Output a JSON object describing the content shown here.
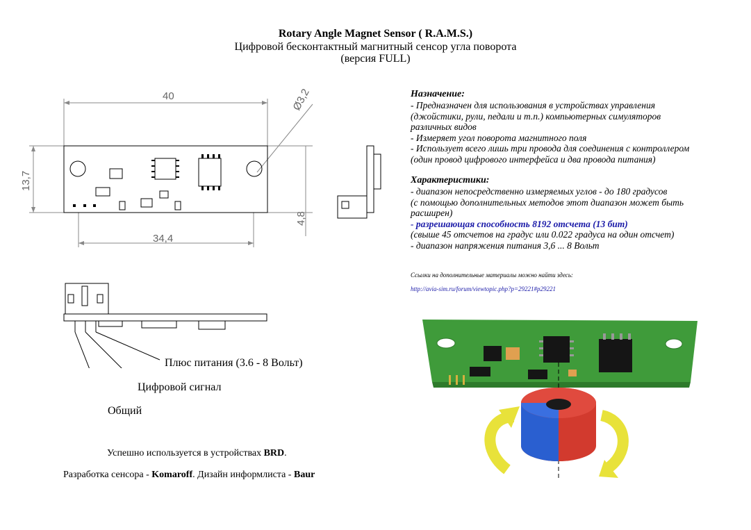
{
  "header": {
    "title": "Rotary Angle Magnet Sensor ( R.A.M.S.)",
    "subtitle": "Цифровой бесконтактный магнитный сенсор угла поворота",
    "version": "(версия FULL)"
  },
  "purpose": {
    "heading": "Назначение:",
    "lines": [
      "- Предназначен для использования в устройствах управления",
      "(джойстики, рули, педали и т.п.) компьютерных симуляторов",
      "различных видов",
      "- Измеряет угол поворота магнитного поля",
      "- Использует всего лишь три провода для соединения с контроллером",
      "(один провод цифрового интерфейса и два провода питания)"
    ]
  },
  "specs": {
    "heading": "Характеристики:",
    "lines": [
      "- диапазон непосредственно измеряемых углов - до 180 градусов",
      "(с помощью дополнительных методов этот диапазон может быть",
      "расширен)"
    ],
    "highlight": "- разрешающая способность 8192 отсчета (13 бит)",
    "lines2": [
      "(свыше 45 отсчетов на градус или 0.022 градуса на один отсчет)",
      "- диапазон напряжения питания 3,6 ... 8 Вольт"
    ]
  },
  "links": {
    "note": "Ссылки на дополнительные материалы можно найти здесь:",
    "url": "http://avia-sim.ru/forum/viewtopic.php?p=29221#p29221"
  },
  "dimensions": {
    "width": "40",
    "hole": "Ø3,2",
    "height": "13,7",
    "hole_spacing": "34,4",
    "side": "4,8"
  },
  "pins": {
    "plus": "Плюс питания (3.6 - 8 Вольт)",
    "signal": "Цифровой сигнал",
    "ground": "Общий"
  },
  "footer": {
    "used_prefix": "Успешно используется в устройствах ",
    "used_brand": "BRD",
    "used_suffix": ".",
    "dev_prefix": "Разработка сенсора - ",
    "dev_name": "Komaroff",
    "design_prefix": ".  Дизайн информлиста - ",
    "design_name": "Baur"
  },
  "colors": {
    "pcb": "#3f9b3a",
    "magnet_red": "#d23a2e",
    "magnet_blue": "#2a5fd0",
    "arrow": "#e8e23a",
    "link": "#1a1aa8"
  }
}
